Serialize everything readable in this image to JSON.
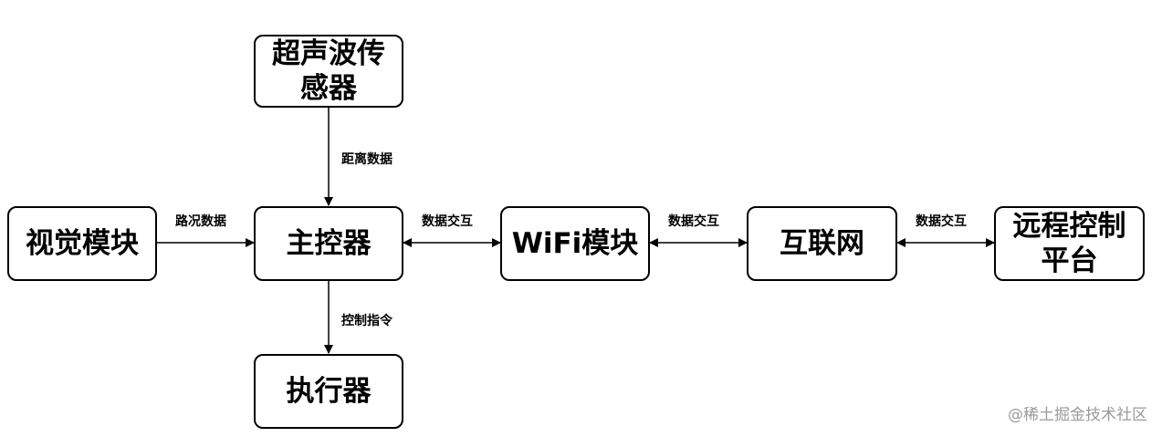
{
  "nodes": {
    "ultrasonic": "超声波传\n感器",
    "vision": "视觉模块",
    "controller": "主控器",
    "wifi": "WiFi模块",
    "internet": "互联网",
    "remote": "远程控制\n平台",
    "actuator": "执行器"
  },
  "edges": {
    "distance": "距离数据",
    "road": "路况数据",
    "exchange1": "数据交互",
    "exchange2": "数据交互",
    "exchange3": "数据交互",
    "command": "控制指令"
  },
  "watermark": "@稀土掘金技术社区"
}
